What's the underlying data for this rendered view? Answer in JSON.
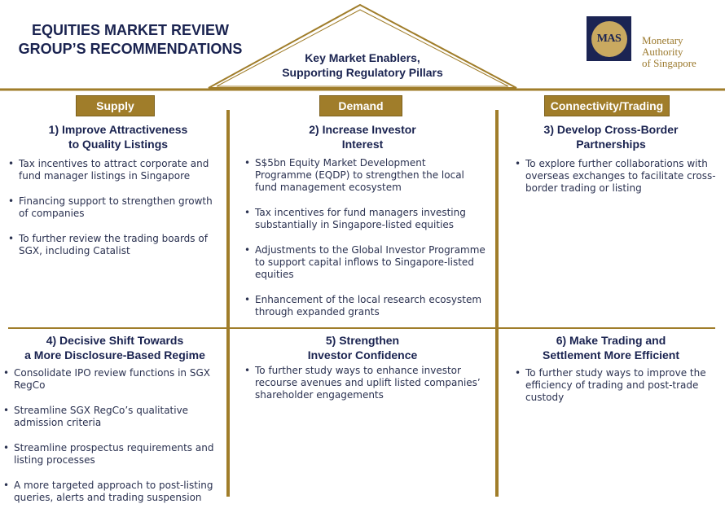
{
  "header": {
    "title_line1": "EQUITIES MARKET REVIEW",
    "title_line2": "GROUP’S RECOMMENDATIONS",
    "roof_line1": "Key Market Enablers,",
    "roof_line2": "Supporting Regulatory Pillars"
  },
  "logo": {
    "mark_text": "MAS",
    "name_line1": "Monetary Authority",
    "name_line2": "of Singapore"
  },
  "columns": [
    {
      "tag": "Supply"
    },
    {
      "tag": "Demand"
    },
    {
      "tag": "Connectivity/Trading"
    }
  ],
  "cells": [
    {
      "title_line1": "1) Improve Attractiveness",
      "title_line2": "to Quality Listings",
      "items": [
        "Tax incentives to attract corporate and fund manager listings in Singapore",
        "Financing support to strengthen growth of companies",
        "To further review the trading boards of SGX, including Catalist"
      ]
    },
    {
      "title_line1": "2) Increase Investor",
      "title_line2": "Interest",
      "items": [
        "S$5bn Equity Market Development Programme (EQDP) to strengthen the local fund management ecosystem",
        "Tax incentives for fund managers investing substantially in Singapore-listed equities",
        "Adjustments to the Global Investor Programme to support capital inflows to Singapore-listed equities",
        "Enhancement of the local research ecosystem through expanded grants"
      ]
    },
    {
      "title_line1": "3) Develop Cross-Border",
      "title_line2": "Partnerships",
      "items": [
        "To explore further collaborations with overseas exchanges to facilitate cross-border trading or listing"
      ]
    },
    {
      "title_line1": "4) Decisive Shift Towards",
      "title_line2": "a More Disclosure-Based Regime",
      "items": [
        "Consolidate IPO review functions in SGX RegCo",
        "Streamline SGX RegCo’s qualitative admission criteria",
        "Streamline prospectus requirements and listing processes",
        "A more targeted approach to post-listing queries, alerts and trading suspension"
      ]
    },
    {
      "title_line1": "5) Strengthen",
      "title_line2": "Investor Confidence",
      "items": [
        "To further study ways to enhance investor recourse avenues and uplift listed companies’ shareholder engagements"
      ]
    },
    {
      "title_line1": "6) Make Trading and",
      "title_line2": "Settlement More Efficient",
      "items": [
        "To further study ways to improve the efficiency of trading and post-trade custody"
      ]
    }
  ],
  "colors": {
    "gold": "#a07d2a",
    "navy": "#1a2350"
  }
}
